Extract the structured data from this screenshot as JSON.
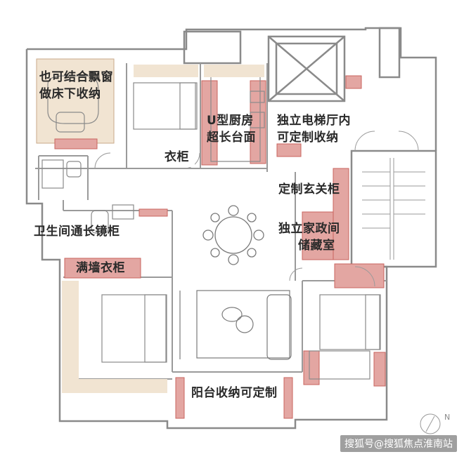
{
  "callouts": {
    "bay_window": [
      "也可结合飘窗",
      "做床下收纳"
    ],
    "kitchen": [
      "U型厨房",
      "超长台面"
    ],
    "elevator_hall": [
      "独立电梯厅内",
      "可定制收纳"
    ],
    "wardrobe_small": "衣柜",
    "entry_cabinet": "定制玄关柜",
    "bathroom_mirror": "卫生间通长镜柜",
    "storage_room": [
      "独立家政间",
      "储藏室"
    ],
    "wall_wardrobe": "满墙衣柜",
    "balcony": "阳台收纳可定制"
  },
  "compass": "N",
  "watermark": "搜狐号@搜狐焦点淮南站",
  "colors": {
    "wall": "#8a8a8a",
    "storage_highlight": "#e3a6a2",
    "storage_stroke": "#c9645f",
    "bay_window_fill": "#f1e4d2",
    "line": "#7a7a7a"
  }
}
